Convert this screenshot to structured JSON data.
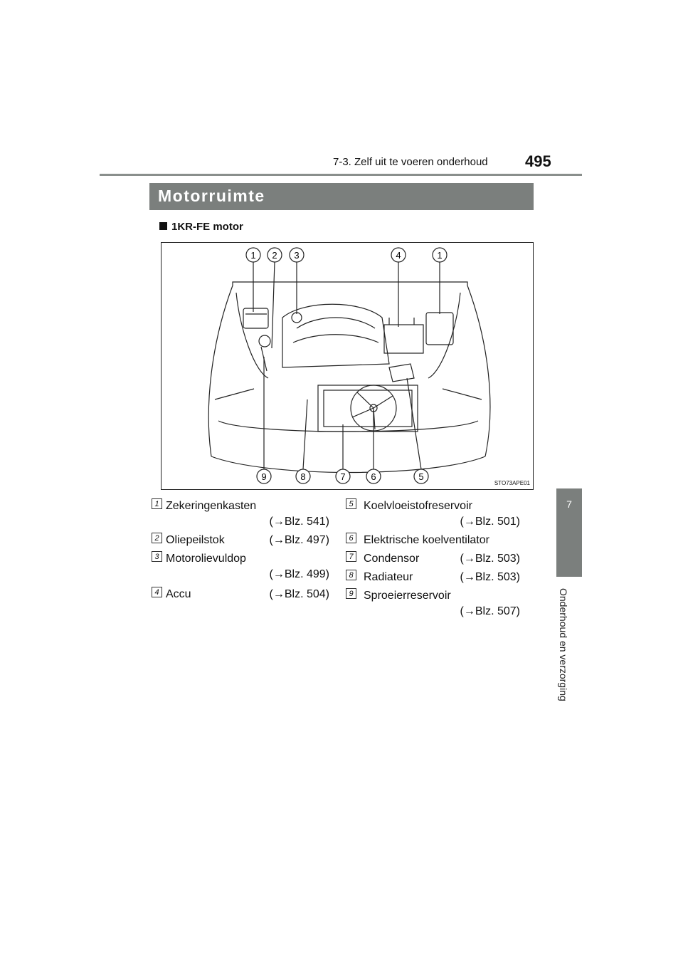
{
  "header": {
    "section": "7-3. Zelf uit te voeren onderhoud",
    "page_number": "495"
  },
  "side_tab": {
    "number": "7",
    "label": "Onderhoud en verzorging"
  },
  "title": "Motorruimte",
  "subheading": "1KR-FE motor",
  "figure": {
    "code": "STO73APE01",
    "callouts_top": [
      "1",
      "2",
      "3",
      "4",
      "1"
    ],
    "callouts_bottom": [
      "9",
      "8",
      "7",
      "6",
      "5"
    ]
  },
  "legend": [
    {
      "num": "1",
      "label": "Zekeringenkasten",
      "ref": "(→Blz. 541)"
    },
    {
      "num": "2",
      "label": "Oliepeilstok",
      "ref": "(→Blz. 497)"
    },
    {
      "num": "3",
      "label": "Motorolievuldop",
      "ref": "(→Blz. 499)"
    },
    {
      "num": "4",
      "label": "Accu",
      "ref": "(→Blz. 504)"
    },
    {
      "num": "5",
      "label": "Koelvloeistofreservoir",
      "ref": "(→Blz. 501)"
    },
    {
      "num": "6",
      "label": "Elektrische koelventilator",
      "ref": ""
    },
    {
      "num": "7",
      "label": "Condensor",
      "ref": "(→Blz. 503)"
    },
    {
      "num": "8",
      "label": "Radiateur",
      "ref": "(→Blz. 503)"
    },
    {
      "num": "9",
      "label": "Sproeierreservoir",
      "ref": "(→Blz. 507)"
    }
  ]
}
